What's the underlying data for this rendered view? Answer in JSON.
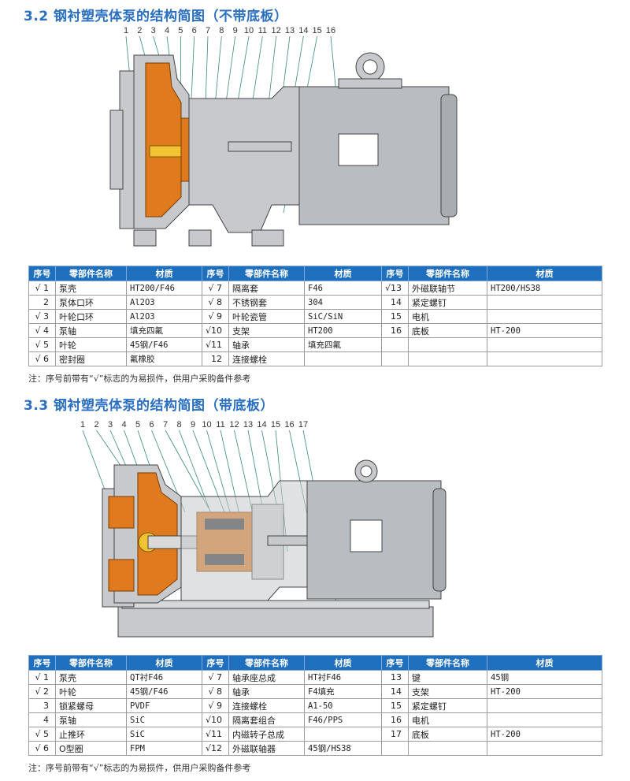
{
  "section1": {
    "title": "3.2 钢衬塑壳体泵的结构简图（不带底板）",
    "callouts": [
      "1",
      "2",
      "3",
      "4",
      "5",
      "6",
      "7",
      "8",
      "9",
      "10",
      "11",
      "12",
      "13",
      "14",
      "15",
      "16"
    ],
    "headers": [
      "序号",
      "零部件名称",
      "材质",
      "序号",
      "零部件名称",
      "材质",
      "序号",
      "零部件名称",
      "材质"
    ],
    "rows": [
      [
        {
          "no": "√ 1",
          "name": "泵壳",
          "mat": "HT200/F46"
        },
        {
          "no": "√ 7",
          "name": "隔离套",
          "mat": "F46"
        },
        {
          "no": "√13",
          "name": "外磁联轴节",
          "mat": "HT200/HS38"
        }
      ],
      [
        {
          "no": "2",
          "name": "泵体口环",
          "mat": "Al2O3"
        },
        {
          "no": "√ 8",
          "name": "不锈钢套",
          "mat": "304"
        },
        {
          "no": "14",
          "name": "紧定螺钉",
          "mat": ""
        }
      ],
      [
        {
          "no": "√ 3",
          "name": "叶轮口环",
          "mat": "Al2O3"
        },
        {
          "no": "√ 9",
          "name": "叶轮瓷管",
          "mat": "SiC/SiN"
        },
        {
          "no": "15",
          "name": "电机",
          "mat": ""
        }
      ],
      [
        {
          "no": "√ 4",
          "name": "泵轴",
          "mat": "填充四氟"
        },
        {
          "no": "√10",
          "name": "支架",
          "mat": "HT200"
        },
        {
          "no": "16",
          "name": "底板",
          "mat": "HT-200"
        }
      ],
      [
        {
          "no": "√ 5",
          "name": "叶轮",
          "mat": "45钢/F46"
        },
        {
          "no": "√11",
          "name": "轴承",
          "mat": "填充四氟"
        },
        {
          "no": "",
          "name": "",
          "mat": ""
        }
      ],
      [
        {
          "no": "√ 6",
          "name": "密封圈",
          "mat": "氟橡胶"
        },
        {
          "no": "12",
          "name": "连接螺栓",
          "mat": ""
        },
        {
          "no": "",
          "name": "",
          "mat": ""
        }
      ]
    ],
    "note": "注：序号前带有“√”标志的为易损件，供用户采购备件参考"
  },
  "section2": {
    "title": "3.3 钢衬塑壳体泵的结构简图（带底板）",
    "callouts": [
      "1",
      "2",
      "3",
      "4",
      "5",
      "6",
      "7",
      "8",
      "9",
      "10",
      "11",
      "12",
      "13",
      "14",
      "15",
      "16",
      "17"
    ],
    "headers": [
      "序号",
      "零部件名称",
      "材质",
      "序号",
      "零部件名称",
      "材质",
      "序号",
      "零部件名称",
      "材质"
    ],
    "rows": [
      [
        {
          "no": "√ 1",
          "name": "泵壳",
          "mat": "QT衬F46"
        },
        {
          "no": "√ 7",
          "name": "轴承座总成",
          "mat": "HT衬F46"
        },
        {
          "no": "13",
          "name": "键",
          "mat": "45钢"
        }
      ],
      [
        {
          "no": "√ 2",
          "name": "叶轮",
          "mat": "45钢/F46"
        },
        {
          "no": "√ 8",
          "name": "轴承",
          "mat": "F4填充"
        },
        {
          "no": "14",
          "name": "支架",
          "mat": "HT-200"
        }
      ],
      [
        {
          "no": "3",
          "name": "锁紧螺母",
          "mat": "PVDF"
        },
        {
          "no": "√ 9",
          "name": "连接螺栓",
          "mat": "A1-50"
        },
        {
          "no": "15",
          "name": "紧定螺钉",
          "mat": ""
        }
      ],
      [
        {
          "no": "4",
          "name": "泵轴",
          "mat": "SiC"
        },
        {
          "no": "√10",
          "name": "隔离套组合",
          "mat": "F46/PPS"
        },
        {
          "no": "16",
          "name": "电机",
          "mat": ""
        }
      ],
      [
        {
          "no": "√ 5",
          "name": "止推环",
          "mat": "SiC"
        },
        {
          "no": "√11",
          "name": "内磁转子总成",
          "mat": ""
        },
        {
          "no": "17",
          "name": "底板",
          "mat": "HT-200"
        }
      ],
      [
        {
          "no": "√ 6",
          "name": "O型圈",
          "mat": "FPM"
        },
        {
          "no": "√12",
          "name": "外磁联轴器",
          "mat": "45钢/HS38"
        },
        {
          "no": "",
          "name": "",
          "mat": ""
        }
      ]
    ],
    "note": "注：序号前带有“√”标志的为易损件，供用户采购备件参考"
  },
  "colors": {
    "header_blue": "#1f6fbf",
    "title_blue": "#2a6fc0",
    "part_orange": "#e07a1e",
    "metal_gray": "#c7c9cc",
    "motor_gray": "#b9bcc0"
  }
}
